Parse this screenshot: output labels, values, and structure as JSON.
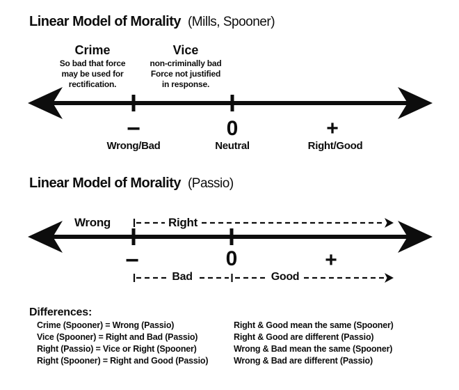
{
  "colors": {
    "ink": "#0d0d0d",
    "background": "#ffffff"
  },
  "model1": {
    "title": "Linear Model of Morality",
    "title_suffix": "(Mills, Spooner)",
    "annotations": [
      {
        "heading": "Crime",
        "lines": [
          "So bad that force",
          "may be used for",
          "rectification."
        ]
      },
      {
        "heading": "Vice",
        "lines": [
          "non-criminally bad",
          "Force not justified",
          "in response."
        ]
      }
    ],
    "axis_points": [
      {
        "symbol": "−",
        "label": "Wrong/Bad"
      },
      {
        "symbol": "0",
        "label": "Neutral"
      },
      {
        "symbol": "+",
        "label": "Right/Good"
      }
    ]
  },
  "model2": {
    "title": "Linear Model of Morality",
    "title_suffix": "(Passio)",
    "upper_labels": {
      "left": "Wrong",
      "dashed": "Right"
    },
    "axis_points": [
      {
        "symbol": "−"
      },
      {
        "symbol": "0"
      },
      {
        "symbol": "+"
      }
    ],
    "lower_dashed_labels": {
      "left": "Bad",
      "right": "Good"
    }
  },
  "differences": {
    "heading": "Differences:",
    "left_column": [
      "Crime (Spooner) = Wrong (Passio)",
      "Vice (Spooner) = Right and Bad (Passio)",
      "Right (Passio) = Vice or Right (Spooner)",
      "Right (Spooner) = Right and Good (Passio)"
    ],
    "right_column": [
      "Right & Good mean the same (Spooner)",
      "Right & Good are different (Passio)",
      "Wrong & Bad mean the same (Spooner)",
      "Wrong & Bad are different (Passio)"
    ]
  }
}
